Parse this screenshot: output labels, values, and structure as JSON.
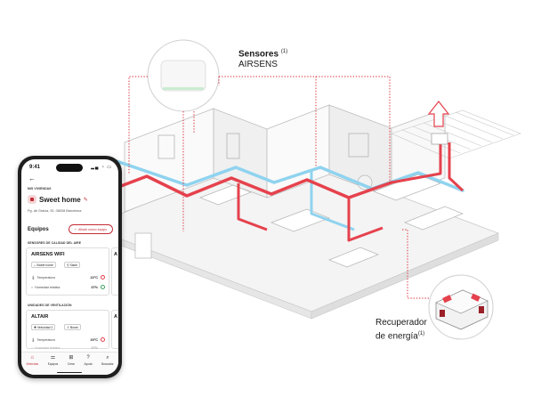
{
  "callouts": {
    "sensores_title": "Sensores",
    "sensores_sup": "(1)",
    "sensores_model": "AIRSENS",
    "recuperador_line1": "Recuperador",
    "recuperador_line2": "de energía",
    "recuperador_sup": "(1)"
  },
  "colors": {
    "supply_duct": "#e5424d",
    "extract_duct": "#8fd3ef",
    "accent": "#c52b35",
    "callout_line": "#d8323c"
  },
  "phone": {
    "status_time": "9:41",
    "back_icon": "arrow-left-icon",
    "section_label": "MIS VIVIENDAS",
    "home_name": "Sweet home",
    "address": "Pg. de Gràcia, 92, 08008 Barcelona",
    "equipos_title": "Equipos",
    "add_button": "Añadir nuevo equipo",
    "sensors_section": "SENSORES DE CALIDAD DEL AIRE",
    "sensor_card": {
      "title": "AIRSENS WIFI",
      "chip1": "Sweet home",
      "chip2": "Salón",
      "row1_label": "Temperatura",
      "row1_value": "22°C",
      "row2_label": "Humedad relativa",
      "row2_value": "37%"
    },
    "vent_section": "UNIDADES DE VENTILACIÓN",
    "vent_card": {
      "title": "ALTAIR",
      "chip1": "Velocidad 2",
      "chip2": "Boost",
      "row1_label": "Temperatura",
      "row1_value": "20°C",
      "row2_label": "Humedad relativa",
      "row2_value": "37%"
    },
    "peek_letter": "A",
    "tabs": [
      {
        "label": "Viviendas",
        "icon": "home-icon"
      },
      {
        "label": "Equipos",
        "icon": "sliders-icon"
      },
      {
        "label": "Crear",
        "icon": "plus-square-icon"
      },
      {
        "label": "Ayuda",
        "icon": "help-circle-icon"
      },
      {
        "label": "Buscador",
        "icon": "search-icon"
      }
    ]
  }
}
